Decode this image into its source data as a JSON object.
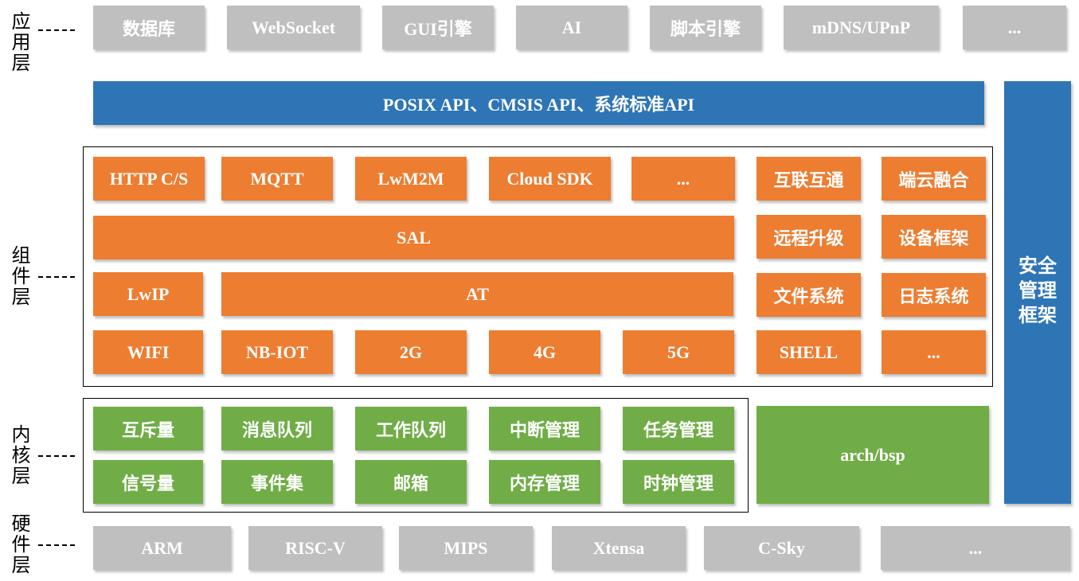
{
  "layers": {
    "app": "应用层",
    "component": "组件层",
    "kernel": "内核层",
    "hardware": "硬件层"
  },
  "app_row": [
    "数据库",
    "WebSocket",
    "GUI引擎",
    "AI",
    "脚本引擎",
    "mDNS/UPnP",
    "..."
  ],
  "api_bar": "POSIX API、CMSIS API、系统标准API",
  "security": {
    "line1": "安全",
    "line2": "管理",
    "line3": "框架"
  },
  "component_grid": {
    "row1": [
      "HTTP C/S",
      "MQTT",
      "LwM2M",
      "Cloud SDK",
      "..."
    ],
    "sal": "SAL",
    "lwip": "LwIP",
    "at": "AT",
    "row4": [
      "WIFI",
      "NB-IOT",
      "2G",
      "4G",
      "5G"
    ],
    "side": [
      "互联互通",
      "端云融合",
      "远程升级",
      "设备框架",
      "文件系统",
      "日志系统",
      "SHELL",
      "..."
    ]
  },
  "kernel_grid": {
    "row1": [
      "互斥量",
      "消息队列",
      "工作队列",
      "中断管理",
      "任务管理"
    ],
    "row2": [
      "信号量",
      "事件集",
      "邮箱",
      "内存管理",
      "时钟管理"
    ],
    "arch": "arch/bsp"
  },
  "hardware_row": [
    "ARM",
    "RISC-V",
    "MIPS",
    "Xtensa",
    "C-Sky",
    "..."
  ],
  "colors": {
    "gray": "#bfbfbf",
    "blue": "#2e75b6",
    "orange": "#ed7d31",
    "green": "#70ad47"
  }
}
